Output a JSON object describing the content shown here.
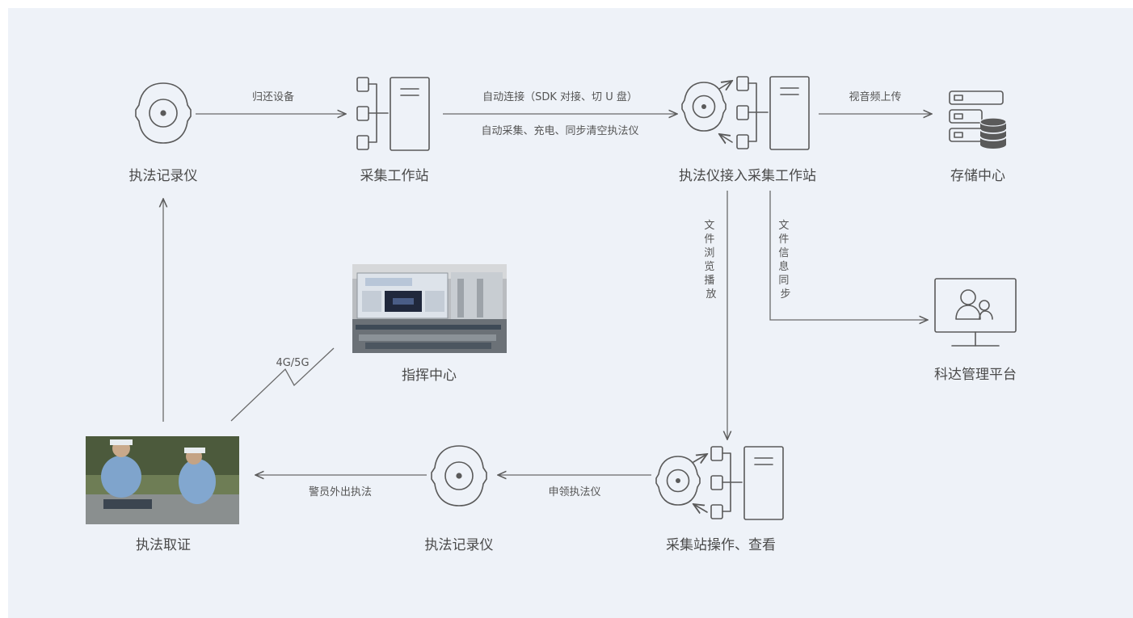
{
  "nodes": {
    "recorder_top": "执法记录仪",
    "station_top": "采集工作站",
    "recorder_station": "执法仪接入采集工作站",
    "storage": "存储中心",
    "platform": "科达管理平台",
    "command": "指挥中心",
    "evidence": "执法取证",
    "recorder_bottom": "执法记录仪",
    "station_bottom": "采集站操作、查看"
  },
  "edges": {
    "return_device": "归还设备",
    "auto_connect": "自动连接（SDK 对接、切 U 盘）",
    "auto_collect": "自动采集、充电、同步清空执法仪",
    "upload": "视音频上传",
    "file_browse": [
      "文",
      "件",
      "浏",
      "览",
      "播",
      "放"
    ],
    "file_sync": [
      "文",
      "件",
      "信",
      "息",
      "同",
      "步"
    ],
    "network": "4G/5G",
    "police_out": "警员外出执法",
    "apply": "申领执法仪"
  },
  "colors": {
    "background": "#eef2f8",
    "stroke": "#5a5a5a",
    "text": "#4a4a4a"
  }
}
